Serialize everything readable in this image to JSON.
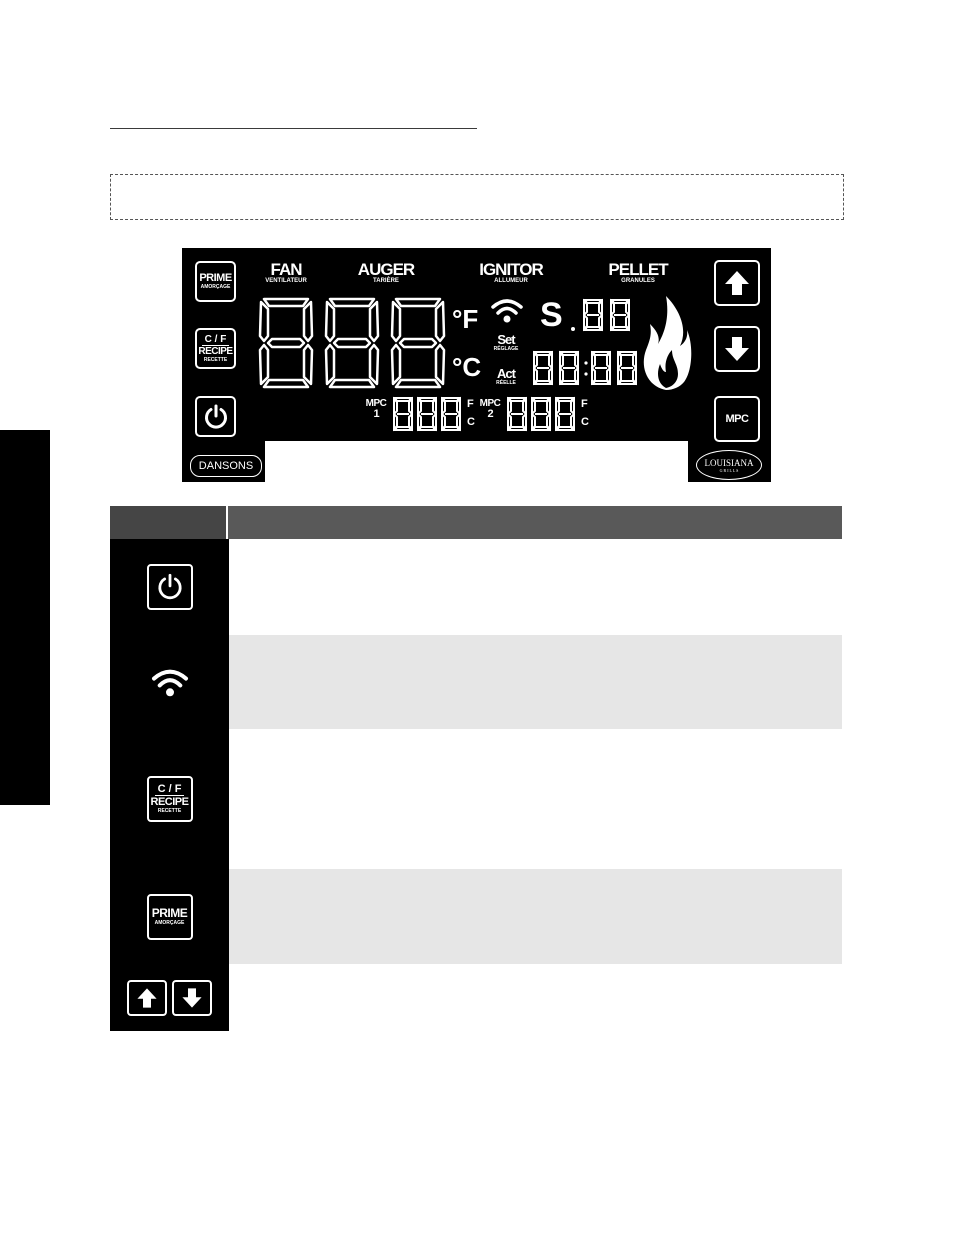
{
  "panel": {
    "buttons": {
      "prime": {
        "label": "PRIME",
        "sub": "AMORÇAGE"
      },
      "cf_recipe": {
        "cf": "C / F",
        "label": "RECIPE",
        "sub": "RECETTE"
      },
      "mpc": {
        "label": "MPC"
      }
    },
    "indicators": [
      {
        "label": "FAN",
        "sub": "VENTILATEUR"
      },
      {
        "label": "AUGER",
        "sub": "TARIÈRE"
      },
      {
        "label": "IGNITOR",
        "sub": "ALLUMEUR"
      },
      {
        "label": "PELLET",
        "sub": "GRANULES"
      }
    ],
    "units": {
      "fahrenheit": "°F",
      "celsius": "°C",
      "f_small": "F",
      "c_small": "C"
    },
    "set": {
      "label": "Set",
      "sub": "RÉGLAGE"
    },
    "act": {
      "label": "Act",
      "sub": "RÉELLE"
    },
    "s_label": "S",
    "mpc1": {
      "label": "MPC",
      "num": "1"
    },
    "mpc2": {
      "label": "MPC",
      "num": "2"
    },
    "brands": {
      "left": "DANSONS",
      "right_top": "LOUISIANA",
      "right_bottom": "G R I L L S"
    }
  },
  "table": {
    "rows": [
      {
        "icon": "power-icon"
      },
      {
        "icon": "wifi-icon"
      },
      {
        "icon": "cf-recipe-icon",
        "cf": "C / F",
        "label": "RECIPE",
        "sub": "RECETTE"
      },
      {
        "icon": "prime-icon",
        "label": "PRIME",
        "sub": "AMORÇAGE"
      },
      {
        "icon": "arrow-up-down-icons"
      }
    ]
  },
  "colors": {
    "panel_bg": "#000000",
    "header_dark": "#454545",
    "header_mid": "#595959",
    "row_alt": "#e6e6e6"
  }
}
